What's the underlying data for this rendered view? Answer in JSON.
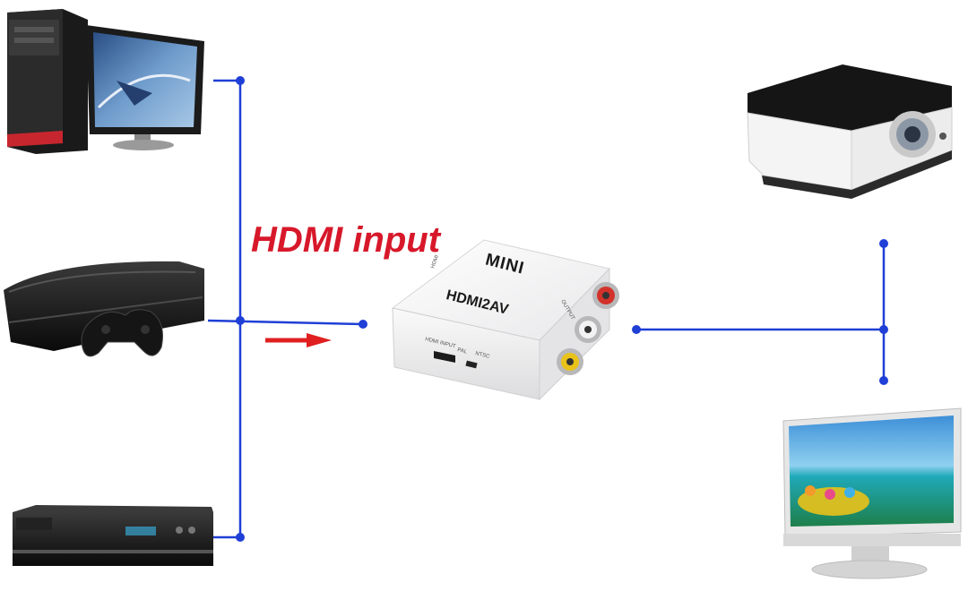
{
  "diagram": {
    "input_label": "HDMI input",
    "converter": {
      "brand_label": "MINI",
      "model_label": "HDMI2AV",
      "port_top_label": "HDMI",
      "port_side_label": "OUTPUT",
      "hdmi_port_label": "HDMI INPUT",
      "switch_label_a": "PAL",
      "switch_label_b": "NTSC"
    },
    "source_devices": [
      "desktop-pc",
      "game-console",
      "set-top-box"
    ],
    "output_devices": [
      "projector",
      "tv-monitor"
    ],
    "colors": {
      "title": "#d7182a",
      "wire": "#1f3fd6",
      "arrow": "#e02020",
      "rca_red": "#d2322a",
      "rca_white": "#f2f2f2",
      "rca_yellow": "#e9c21a"
    }
  }
}
